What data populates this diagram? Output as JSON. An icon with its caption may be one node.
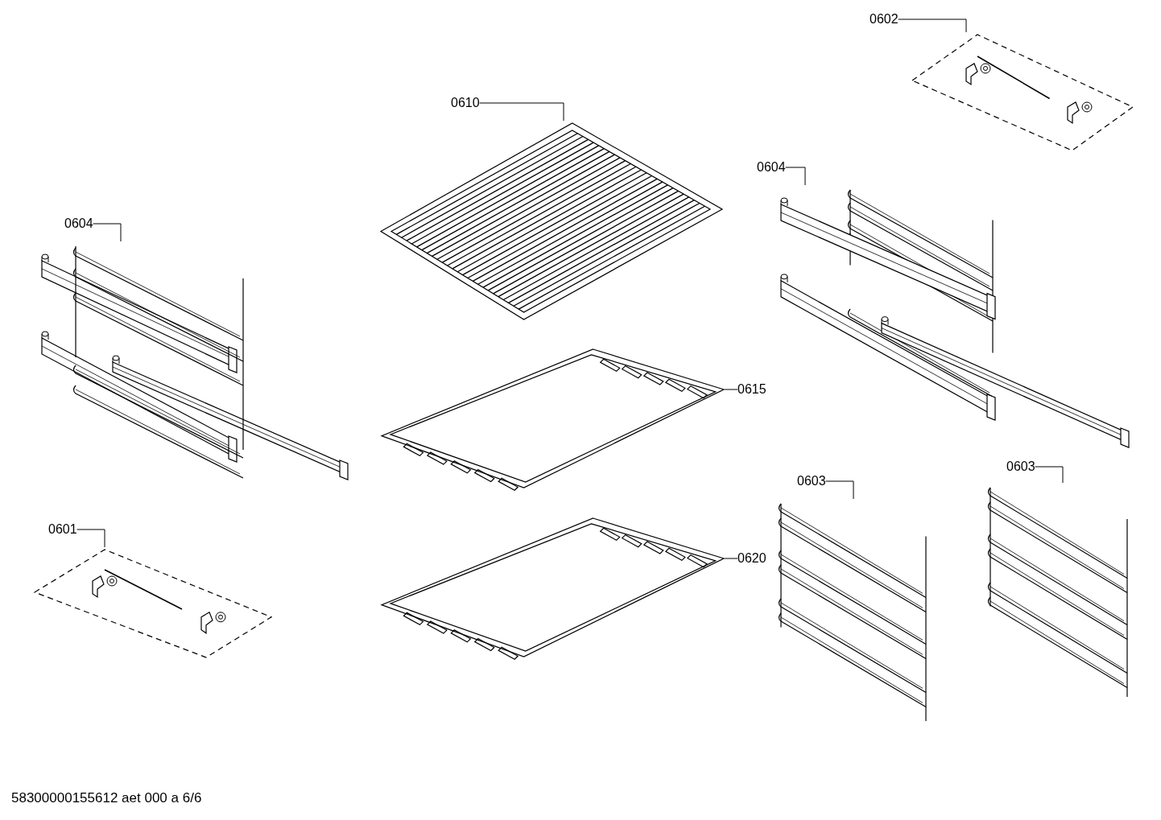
{
  "diagram": {
    "nodes": [
      {
        "text": [
          "0604"
        ]
      },
      {
        "text": [],
        "shape": "picture"
      },
      {
        "text": [
          "0602"
        ]
      },
      {
        "text": [],
        "shape": "picture"
      },
      {
        "text": [
          "0610"
        ]
      },
      {
        "text": [],
        "shape": "picture"
      },
      {
        "text": [
          "0604"
        ]
      },
      {
        "text": [],
        "shape": "picture"
      },
      {
        "text": [
          "0615"
        ]
      },
      {
        "text": [],
        "shape": "picture"
      },
      {
        "text": [
          "0601"
        ]
      },
      {
        "text": [],
        "shape": "picture"
      },
      {
        "text": [
          "0620"
        ]
      },
      {
        "text": [],
        "shape": "picture"
      },
      {
        "text": [
          "0603"
        ]
      },
      {
        "text": [],
        "shape": "picture"
      },
      {
        "text": [
          "0603"
        ]
      },
      {
        "text": [],
        "shape": "picture"
      }
    ],
    "edges": [
      {
        "from": 0,
        "to": 1,
        "arrow": "none"
      },
      {
        "from": 2,
        "to": 3,
        "arrow": "none"
      },
      {
        "from": 4,
        "to": 5,
        "arrow": "none"
      },
      {
        "from": 6,
        "to": 7,
        "arrow": "none"
      },
      {
        "from": 8,
        "to": 9,
        "arrow": "none"
      },
      {
        "from": 10,
        "to": 11,
        "arrow": "none"
      },
      {
        "from": 12,
        "to": 13,
        "arrow": "none"
      },
      {
        "from": 14,
        "to": 15,
        "arrow": "none"
      },
      {
        "from": 16,
        "to": 17,
        "arrow": "none"
      }
    ],
    "labels": [
      "58300000155612 aet 000 a 6/6"
    ]
  }
}
